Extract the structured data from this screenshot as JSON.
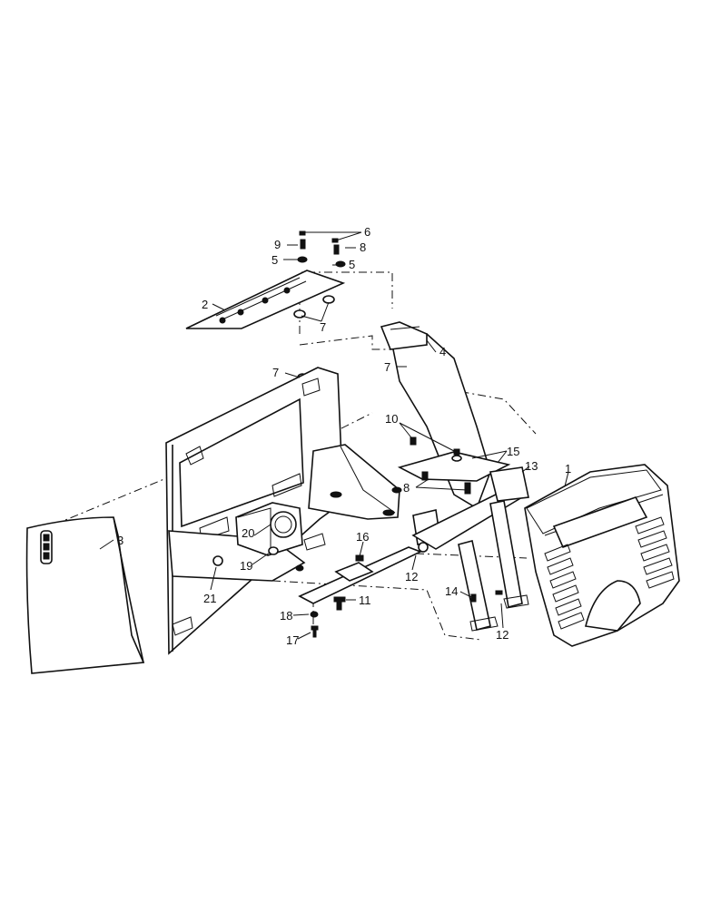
{
  "callouts": [
    "1",
    "2",
    "3",
    "4",
    "5",
    "5",
    "6",
    "7",
    "7",
    "7",
    "8",
    "8",
    "9",
    "10",
    "11",
    "12",
    "12",
    "13",
    "14",
    "15",
    "16",
    "17",
    "18",
    "19",
    "20",
    "21"
  ]
}
